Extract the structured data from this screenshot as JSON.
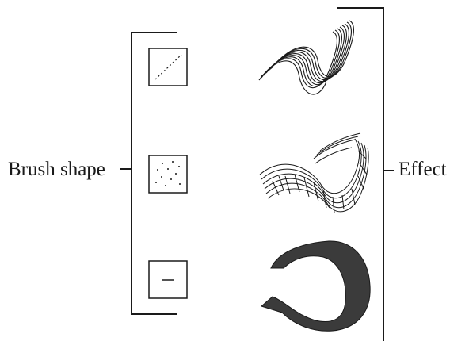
{
  "labels": {
    "left": "Brush shape",
    "right": "Effect"
  },
  "brushes": [
    {
      "shape": "diagonal-dotted-line",
      "effect": "multi-line-wave"
    },
    {
      "shape": "scattered-dots",
      "effect": "sketchy-hatched-swoop"
    },
    {
      "shape": "horizontal-dash",
      "effect": "solid-calligraphic-stroke"
    }
  ],
  "colors": {
    "ink": "#1a1a1a",
    "fill": "#3b3b3b",
    "background": "#ffffff"
  }
}
